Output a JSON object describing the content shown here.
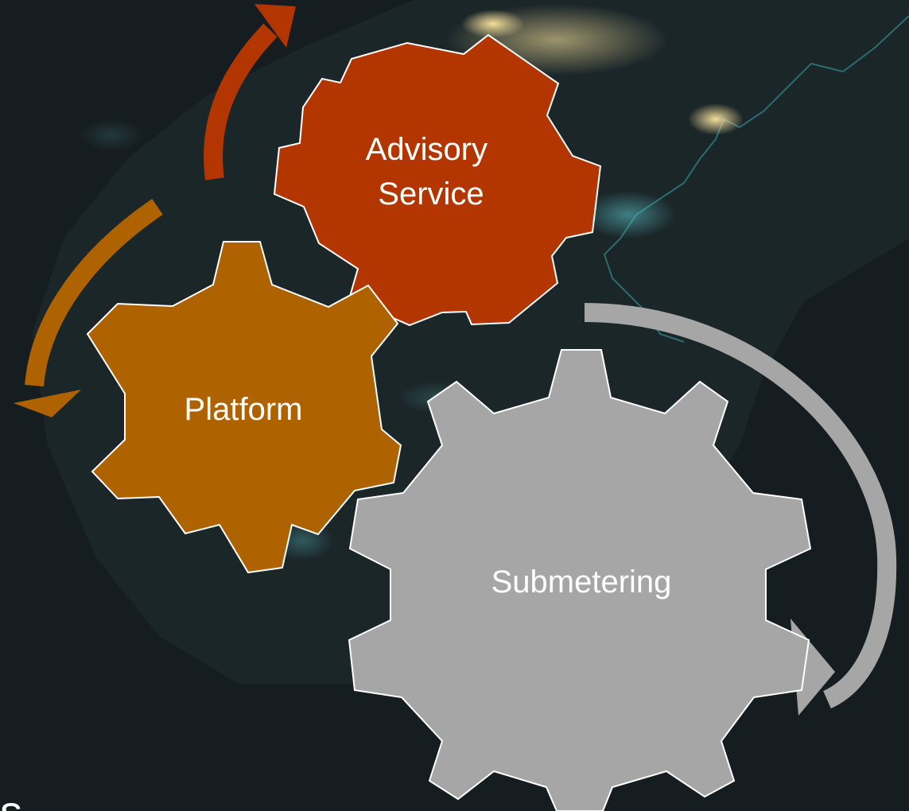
{
  "diagram": {
    "gears": [
      {
        "id": "advisory",
        "lines": [
          "Advisory",
          "Service"
        ],
        "color": "#b33600"
      },
      {
        "id": "platform",
        "lines": [
          "Platform"
        ],
        "color": "#af6200"
      },
      {
        "id": "submetering",
        "lines": [
          "Submetering"
        ],
        "color": "#a6a6a6"
      }
    ],
    "arrows": [
      {
        "id": "advisory-arrow",
        "color": "#b33600"
      },
      {
        "id": "platform-arrow",
        "color": "#af6200"
      },
      {
        "id": "submetering-arrow",
        "color": "#a6a6a6"
      }
    ],
    "corner_text": "s"
  },
  "palette": {
    "background": "#161d20",
    "gear_outline": "#ffffff"
  }
}
